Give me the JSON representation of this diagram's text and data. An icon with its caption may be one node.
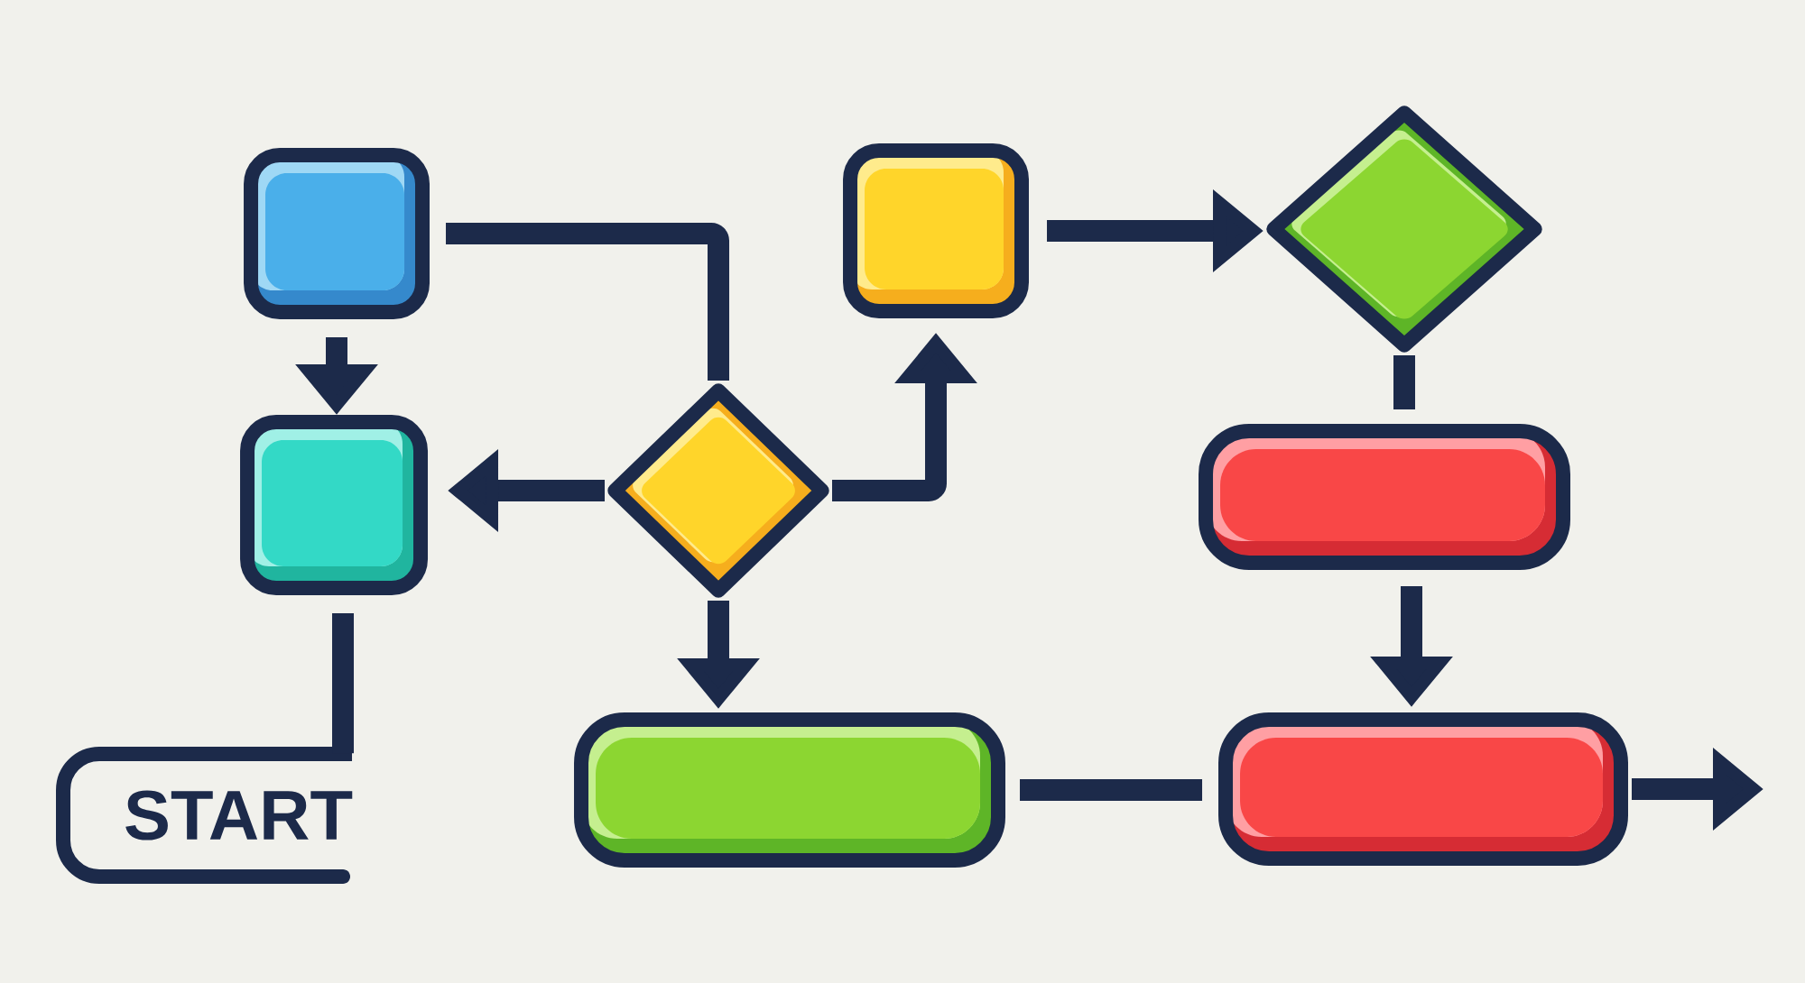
{
  "diagram": {
    "nodes": [
      {
        "text": [],
        "shape": "box"
      },
      {
        "text": [],
        "shape": "box"
      },
      {
        "text": [],
        "shape": "diamond"
      },
      {
        "text": [],
        "shape": "box"
      },
      {
        "text": [],
        "shape": "diamond"
      },
      {
        "text": [],
        "shape": "box"
      },
      {
        "text": [
          "START"
        ]
      },
      {
        "text": [],
        "shape": "box"
      },
      {
        "text": [],
        "shape": "box"
      }
    ],
    "edges": [
      {
        "from": 0,
        "to": 3,
        "arrow": "to"
      },
      {
        "from": 0,
        "to": 4,
        "arrow": "none"
      },
      {
        "from": 4,
        "to": 3,
        "arrow": "to"
      },
      {
        "from": 4,
        "to": 1,
        "arrow": "to"
      },
      {
        "from": 4,
        "to": 7,
        "arrow": "to"
      },
      {
        "from": 1,
        "to": 2,
        "arrow": "to"
      },
      {
        "from": 2,
        "to": 5,
        "arrow": "none"
      },
      {
        "from": 5,
        "to": 8,
        "arrow": "to"
      },
      {
        "from": 7,
        "to": 8,
        "arrow": "none"
      },
      {
        "from": 8,
        "to": null,
        "arrow": "to"
      },
      {
        "from": 6,
        "to": 3,
        "arrow": "none"
      }
    ]
  }
}
